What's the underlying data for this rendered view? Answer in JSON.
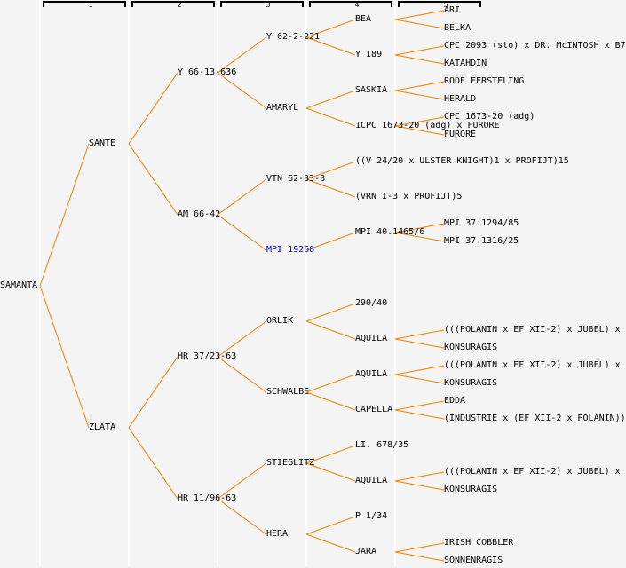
{
  "columns": [
    "1",
    "2",
    "3",
    "4",
    "5"
  ],
  "colors": {
    "link": "#f08000",
    "text": "#000000",
    "highlight": "#0000cc",
    "background": "#f4f4f4"
  },
  "tree": {
    "name": "SAMANTA",
    "children": [
      {
        "name": "SANTE",
        "children": [
          {
            "name": "Y 66-13-636",
            "children": [
              {
                "name": "Y 62-2-221",
                "children": [
                  {
                    "name": "BEA",
                    "children": [
                      {
                        "name": "ARI"
                      },
                      {
                        "name": "BELKA"
                      }
                    ]
                  },
                  {
                    "name": "Y 189",
                    "children": [
                      {
                        "name": "CPC 2093 (sto) x DR. McINTOSH x B7"
                      },
                      {
                        "name": "KATAHDIN"
                      }
                    ]
                  }
                ]
              },
              {
                "name": "AMARYL",
                "children": [
                  {
                    "name": "SASKIA",
                    "children": [
                      {
                        "name": "RODE EERSTELING"
                      },
                      {
                        "name": "HERALD"
                      }
                    ]
                  },
                  {
                    "name": "1CPC 1673-20 (adg) x FURORE",
                    "children": [
                      {
                        "name": "CPC 1673-20 (adg)"
                      },
                      {
                        "name": "FURORE"
                      }
                    ]
                  }
                ]
              }
            ]
          },
          {
            "name": "AM 66-42",
            "children": [
              {
                "name": "VTN 62-33-3",
                "children": [
                  {
                    "name": "((V 24/20 x ULSTER KNIGHT)1 x PROFIJT)15"
                  },
                  {
                    "name": "(VRN I-3 x PROFIJT)5"
                  }
                ]
              },
              {
                "name": "MPI 19268",
                "highlight": true,
                "children": [
                  {
                    "name": "MPI 40.1465/6",
                    "children": [
                      {
                        "name": "MPI 37.1294/85"
                      },
                      {
                        "name": "MPI 37.1316/25"
                      }
                    ]
                  }
                ]
              }
            ]
          }
        ]
      },
      {
        "name": "ZLATA",
        "children": [
          {
            "name": "HR 37/23-63",
            "children": [
              {
                "name": "ORLIK",
                "children": [
                  {
                    "name": "290/40"
                  },
                  {
                    "name": "AQUILA",
                    "children": [
                      {
                        "name": "(((POLANIN x EF XII-2) x JUBEL) x"
                      },
                      {
                        "name": "KONSURAGIS"
                      }
                    ]
                  }
                ]
              },
              {
                "name": "SCHWALBE",
                "children": [
                  {
                    "name": "AQUILA",
                    "children": [
                      {
                        "name": "(((POLANIN x EF XII-2) x JUBEL) x"
                      },
                      {
                        "name": "KONSURAGIS"
                      }
                    ]
                  },
                  {
                    "name": "CAPELLA",
                    "children": [
                      {
                        "name": "EDDA"
                      },
                      {
                        "name": "(INDUSTRIE x (EF XII-2 x POLANIN))"
                      }
                    ]
                  }
                ]
              }
            ]
          },
          {
            "name": "HR 11/96-63",
            "children": [
              {
                "name": "STIEGLITZ",
                "children": [
                  {
                    "name": "LI. 678/35"
                  },
                  {
                    "name": "AQUILA",
                    "children": [
                      {
                        "name": "(((POLANIN x EF XII-2) x JUBEL) x"
                      },
                      {
                        "name": "KONSURAGIS"
                      }
                    ]
                  }
                ]
              },
              {
                "name": "HERA",
                "children": [
                  {
                    "name": "P 1/34"
                  },
                  {
                    "name": "JARA",
                    "children": [
                      {
                        "name": "IRISH COBBLER"
                      },
                      {
                        "name": "SONNENRAGIS"
                      }
                    ]
                  }
                ]
              }
            ]
          }
        ]
      }
    ]
  }
}
